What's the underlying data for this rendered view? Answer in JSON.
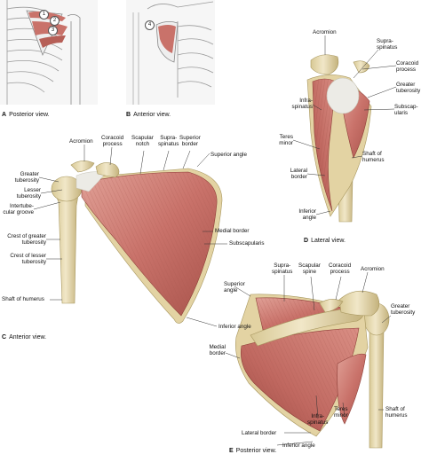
{
  "panel_a": {
    "letter": "A",
    "caption": "Posterior view.",
    "markers": [
      "1",
      "2",
      "3"
    ]
  },
  "panel_b": {
    "letter": "B",
    "caption": "Anterior view.",
    "markers": [
      "4"
    ]
  },
  "panel_c": {
    "letter": "C",
    "caption": "Anterior view.",
    "labels": {
      "acromion": "Acromion",
      "coracoid": [
        "Coracoid",
        "process"
      ],
      "scapular_notch": [
        "Scapular",
        "notch"
      ],
      "supraspinatus": [
        "Supra-",
        "spinatus"
      ],
      "superior_border": [
        "Superior",
        "border"
      ],
      "superior_angle": "Superior angle",
      "greater_tuberosity": [
        "Greater",
        "tuberosity"
      ],
      "lesser_tuberosity": [
        "Lesser",
        "tuberosity"
      ],
      "intertubercular": [
        "Intertube-",
        "cular groove"
      ],
      "crest_greater": [
        "Crest of greater",
        "tuberosity"
      ],
      "crest_lesser": [
        "Crest of lesser",
        "tuberosity"
      ],
      "shaft": "Shaft of humerus",
      "medial_border": "Medial border",
      "subscapularis": "Subscapularis",
      "inferior_angle": "Inferior angle"
    }
  },
  "panel_d": {
    "letter": "D",
    "caption": "Lateral view.",
    "labels": {
      "acromion": "Acromion",
      "supraspinatus": [
        "Supra-",
        "spinatus"
      ],
      "coracoid": [
        "Coracoid",
        "process"
      ],
      "greater_tuberosity": [
        "Greater",
        "tuberosity"
      ],
      "infraspinatus": [
        "Infra-",
        "spinatus"
      ],
      "subscapularis": [
        "Subscap-",
        "ularis"
      ],
      "teres_minor": [
        "Teres",
        "minor"
      ],
      "shaft": [
        "Shaft of",
        "humerus"
      ],
      "lateral_border": [
        "Lateral",
        "border"
      ],
      "inferior_angle": [
        "Inferior",
        "angle"
      ]
    }
  },
  "panel_e": {
    "letter": "E",
    "caption": "Posterior view.",
    "labels": {
      "supraspinatus": [
        "Supra-",
        "spinatus"
      ],
      "scapular_spine": [
        "Scapular",
        "spine"
      ],
      "coracoid": [
        "Coracoid",
        "process"
      ],
      "acromion": "Acromion",
      "superior_angle": [
        "Superior",
        "angle"
      ],
      "greater_tuberosity": [
        "Greater",
        "tuberosity"
      ],
      "medial_border": [
        "Medial",
        "border"
      ],
      "infraspinatus": [
        "Infra-",
        "spinatus"
      ],
      "teres_minor": [
        "Teres",
        "minor"
      ],
      "shaft": [
        "Shaft of",
        "humerus"
      ],
      "lateral_border": "Lateral border",
      "inferior_angle": "Inferior angle"
    }
  },
  "colors": {
    "muscle": "#c9726a",
    "muscle_dark": "#9e4a43",
    "muscle_light": "#e3a59c",
    "bone": "#e9dcb5",
    "bone_dark": "#b9a874",
    "tendon": "#ecebe6",
    "skeleton_line": "#9a9a9a",
    "leader": "#333333"
  }
}
